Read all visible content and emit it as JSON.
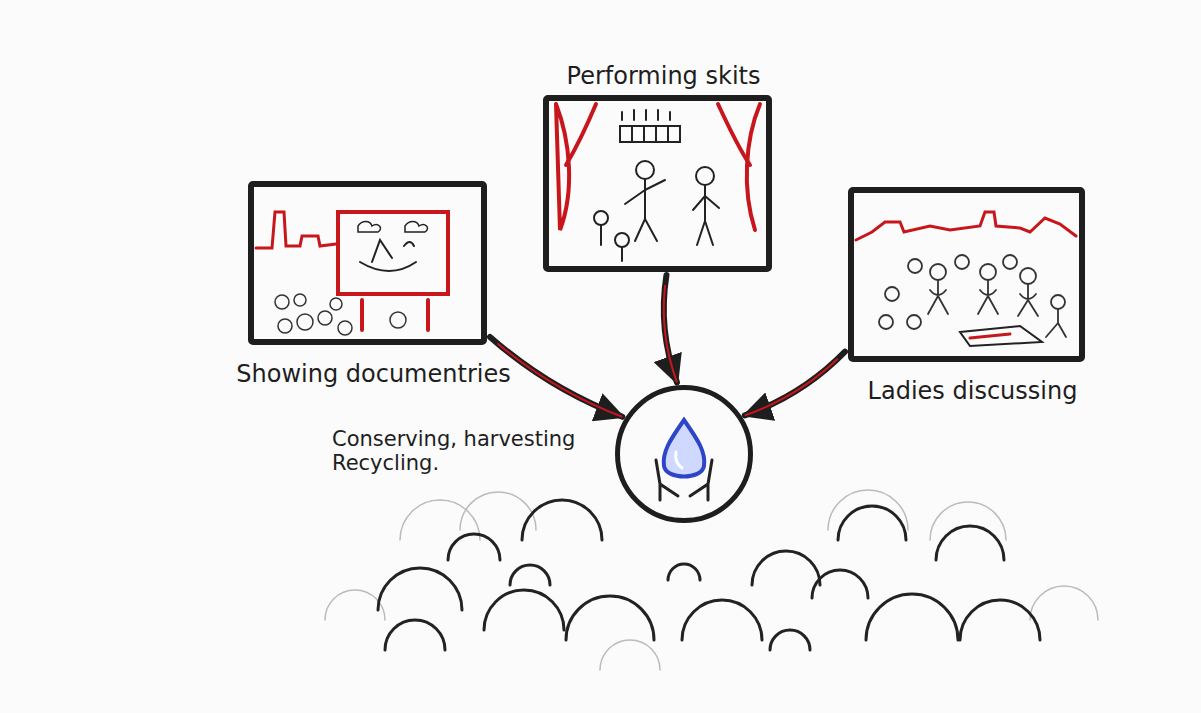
{
  "diagram": {
    "nodes": [
      {
        "text": [
          "Performing skits"
        ]
      },
      {
        "text": [
          "Showing documentries"
        ]
      },
      {
        "text": [
          "Ladies discussing"
        ]
      },
      {
        "text": [
          "Conserving, harvesting Recycling."
        ]
      }
    ],
    "edges": [
      {
        "from": 1,
        "to": 3,
        "arrow": "to"
      },
      {
        "from": 0,
        "to": 3,
        "arrow": "to"
      },
      {
        "from": 2,
        "to": 3,
        "arrow": "to"
      }
    ]
  }
}
